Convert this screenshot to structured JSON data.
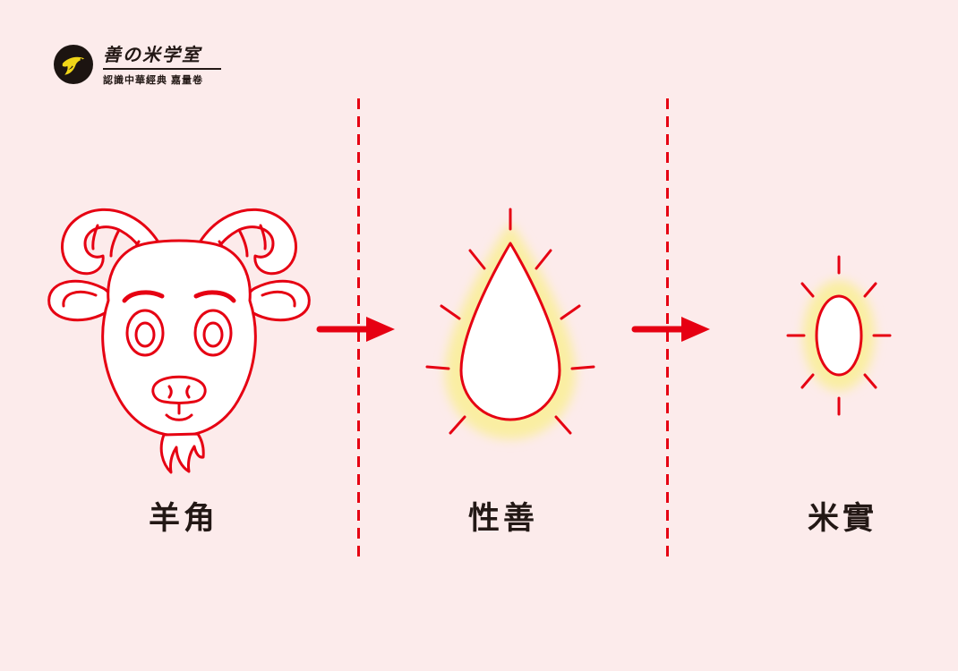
{
  "colors": {
    "bg": "#fcebeb",
    "red": "#e60012",
    "yellow": "#faeea2",
    "ink": "#231815",
    "logo-black": "#1c1411",
    "logo-yellow": "#f0d518"
  },
  "logo": {
    "title": "善の米学室",
    "subtitle": "認識中華經典 嘉量卷",
    "icon": "bird-icon"
  },
  "diagram": {
    "steps": [
      {
        "label": "羊角",
        "illustration": "goat-head-illustration"
      },
      {
        "label": "性善",
        "illustration": "glowing-teardrop-illustration"
      },
      {
        "label": "米實",
        "illustration": "glowing-rice-grain-illustration"
      }
    ],
    "connectors": [
      {
        "icon": "arrow-right-icon"
      },
      {
        "icon": "arrow-right-icon"
      }
    ],
    "dividers": [
      {
        "icon": "dashed-line"
      },
      {
        "icon": "dashed-line"
      }
    ]
  }
}
